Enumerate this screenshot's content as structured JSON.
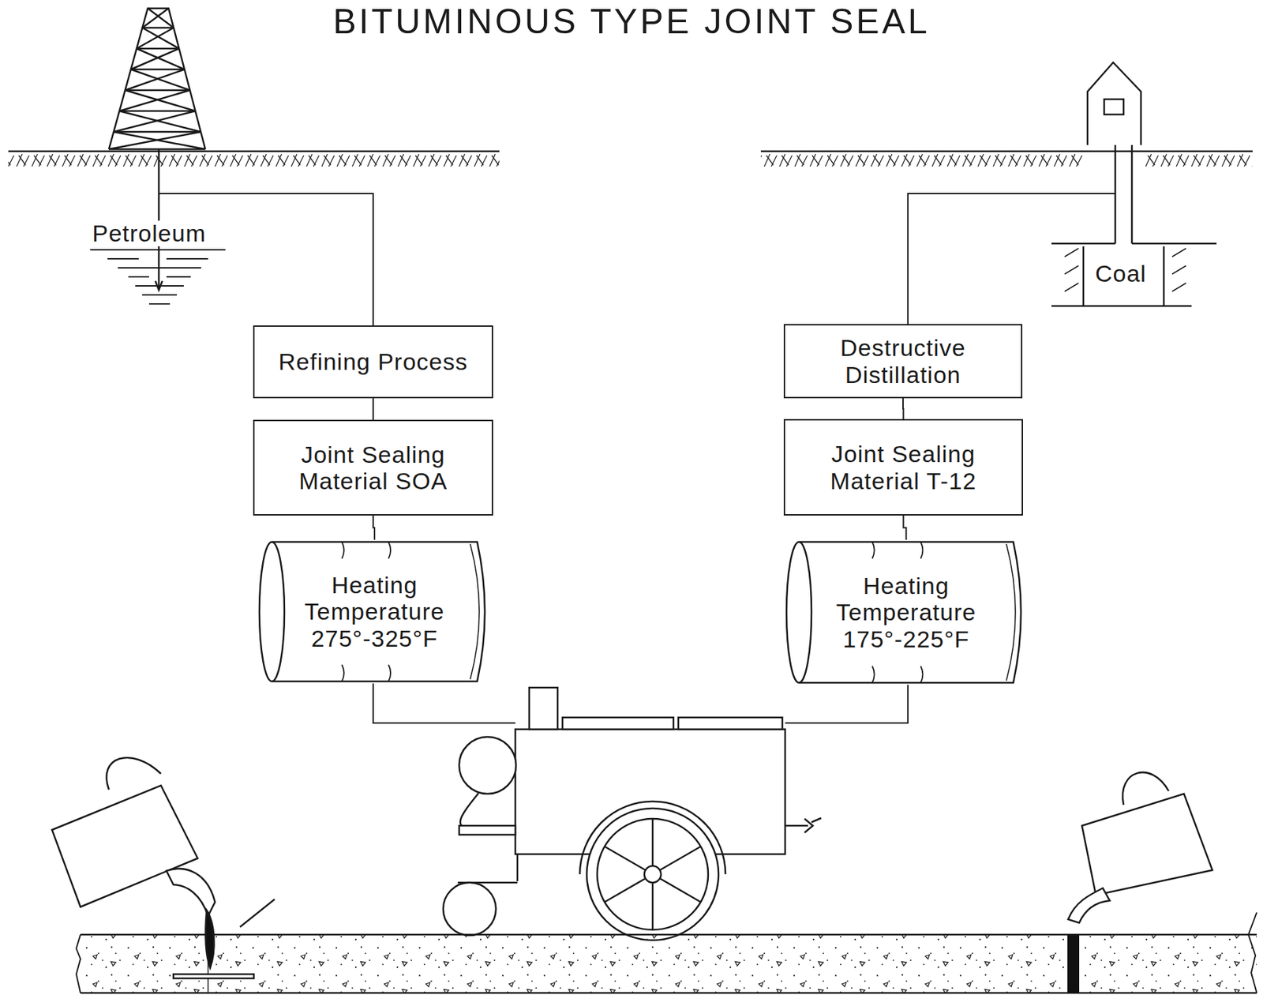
{
  "diagram": {
    "title": "BITUMINOUS TYPE JOINT SEAL",
    "nodes": [
      {
        "text": [
          "Refining Process"
        ]
      },
      {
        "text": [
          "Joint Sealing Material SOA"
        ]
      },
      {
        "text": [
          "Heating Temperature 275°-325°F"
        ]
      },
      {
        "text": [
          "Destructive Distillation"
        ]
      },
      {
        "text": [
          "Joint Sealing Material T-12"
        ]
      },
      {
        "text": [
          "Heating Temperature 175°-225°F"
        ]
      }
    ],
    "edges": [
      {
        "from": 0,
        "to": 1,
        "arrow": "none"
      },
      {
        "from": 1,
        "to": 2,
        "arrow": "none"
      },
      {
        "from": 3,
        "to": 4,
        "arrow": "none"
      },
      {
        "from": 4,
        "to": 5,
        "arrow": "none"
      }
    ],
    "labels": [
      "Petroleum",
      "Coal"
    ]
  }
}
